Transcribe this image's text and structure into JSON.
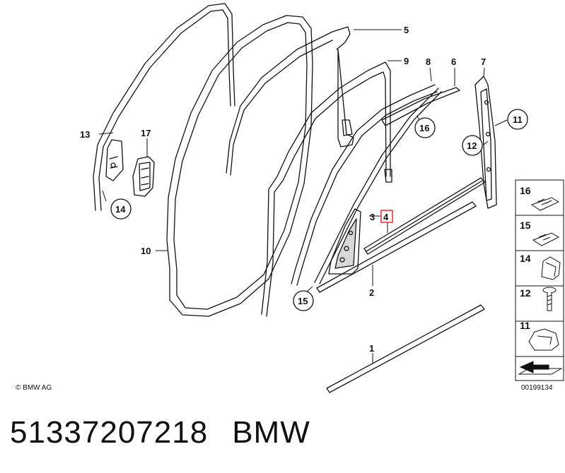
{
  "callouts": {
    "n1": "1",
    "n2": "2",
    "n3": "3",
    "n4": "4",
    "n5": "5",
    "n6": "6",
    "n7": "7",
    "n8": "8",
    "n9": "9",
    "n10": "10",
    "n11": "11",
    "n12": "12",
    "n13": "13",
    "n14": "14",
    "n15": "15",
    "n16": "16",
    "n17": "17"
  },
  "legend": {
    "items": [
      "16",
      "15",
      "14",
      "12",
      "11"
    ]
  },
  "copyright": "© BMW AG",
  "diagram_id": "00199134",
  "footer": {
    "part_number": "51337207218",
    "brand": "BMW"
  },
  "colors": {
    "line": "#111111",
    "highlight": "#e0302a",
    "fill_gray": "#b8b8b8"
  }
}
